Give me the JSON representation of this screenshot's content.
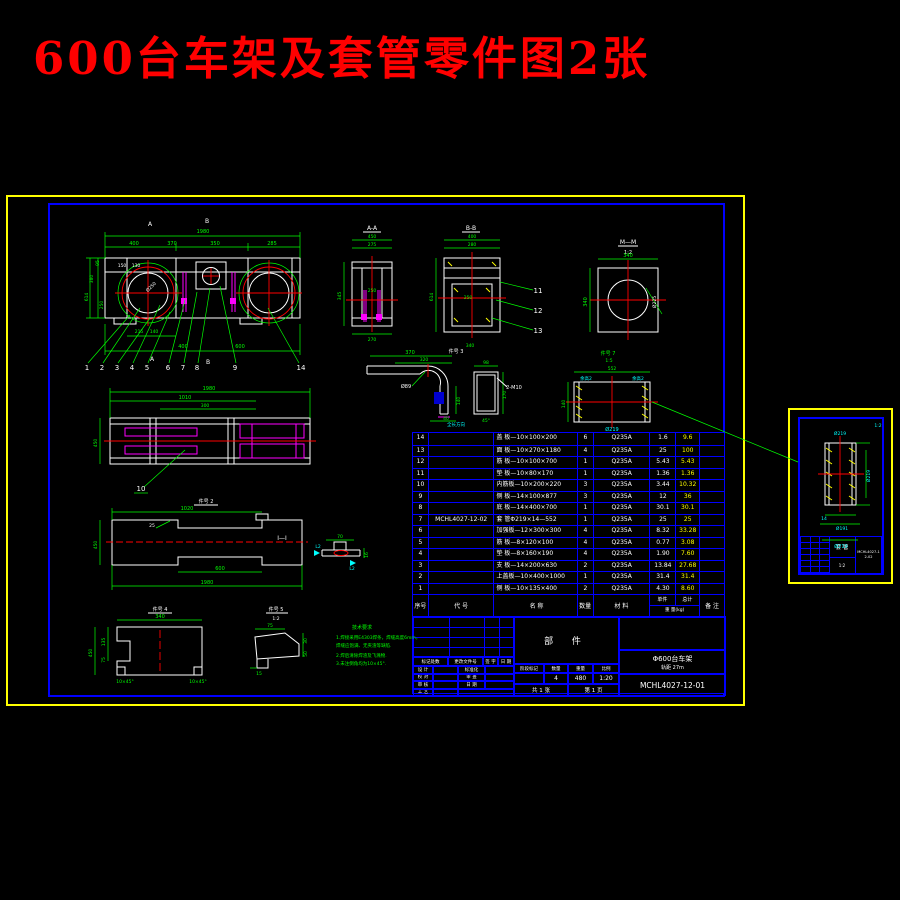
{
  "caption": "600台车架及套管零件图2张",
  "front": {
    "secA": "A",
    "secB": "B",
    "dimTotal": "1980",
    "d1": "400",
    "d2": "370",
    "d3": "350",
    "d4": "285",
    "dl1": "95",
    "dl2": "380",
    "dl3": "614",
    "dl4": "250",
    "di1": "150",
    "di2": "130",
    "di3": "Ø250",
    "db1": "215",
    "db2": "140",
    "db3": "400",
    "db4": "600",
    "balloons": [
      "1",
      "2",
      "3",
      "4",
      "5",
      "6",
      "7",
      "8",
      "9"
    ],
    "balloon14": "14"
  },
  "secAA": {
    "title": "A-A",
    "dTop": "450",
    "dTop2": "275",
    "dLeft": "345",
    "dBottom": "270",
    "dIn": "250"
  },
  "secBB": {
    "title": "B-B",
    "dTop": "400",
    "dTop2": "280",
    "dLeft": "614",
    "dIn": "250",
    "dBottom": "340",
    "label": "件号 3",
    "b11": "11",
    "b12": "12",
    "b13": "13"
  },
  "plateM": {
    "title": "M—M",
    "scale": "1:2",
    "dTop": "340",
    "dLeft": "340",
    "dRight": "Ø225"
  },
  "elbow": {
    "dTop": "370",
    "dTop2": "320",
    "dPipe": "Ø89",
    "dRight": "140",
    "dBottom": "40",
    "note": "全长方向",
    "tube": {
      "dTop": "98",
      "label": "2-M10",
      "dRight": "170",
      "dBottom": "45°"
    }
  },
  "sleeve": {
    "title": "件号 7",
    "scale": "1:5",
    "dTop": "552",
    "exL": "余高2",
    "exR": "余高2",
    "dLeft": "140",
    "dBottom": "Ø219"
  },
  "plan": {
    "dTotal": "1980",
    "d1": "1010",
    "d2": "300",
    "dLeft": "450",
    "balloon": "10"
  },
  "plate2": {
    "title": "件号 2",
    "dTop": "1020",
    "dBottom": "600",
    "dTotal": "1980",
    "dLeft": "450",
    "dChamfer": "25",
    "label": "I—I",
    "side": {
      "d1": "70",
      "d2": "16",
      "w1": "L2",
      "w2": "L2"
    }
  },
  "plate3": {
    "title": "件号 4",
    "dTop": "340",
    "dL1": "135",
    "dL2": "75",
    "dL3": "450",
    "ch1": "10×45°",
    "ch2": "10×45°"
  },
  "wedge": {
    "title": "件号 5",
    "scale": "1:2",
    "dTop": "75",
    "dR1": "30",
    "dR2": "50",
    "dB": "15"
  },
  "notes": {
    "title": "技术要求",
    "l1": "1.焊接采用E4303焊条，焊缝高度6mm，",
    "l2": "  焊缝应饱满、无夹渣等缺陷.",
    "l3": "2.焊后清除焊渣及飞溅物.",
    "l4": "3.未注倒角均为10×45°."
  },
  "bom": {
    "headers": {
      "no": "序号",
      "code": "代 号",
      "name": "名 称",
      "qty": "数量",
      "mat": "材 料",
      "unit": "单件",
      "total": "总计",
      "weight": "重 量(kg)",
      "remark": "备 注"
    },
    "rows": [
      {
        "no": "14",
        "code": "",
        "name": "盖 板—10×100×200",
        "qty": "6",
        "mat": "Q235A",
        "unit": "1.6",
        "total": "9.6",
        "remark": ""
      },
      {
        "no": "13",
        "code": "",
        "name": "面 板—10×270×1180",
        "qty": "4",
        "mat": "Q235A",
        "unit": "25",
        "total": "100",
        "remark": ""
      },
      {
        "no": "12",
        "code": "",
        "name": "筋 板—10×100×700",
        "qty": "1",
        "mat": "Q235A",
        "unit": "5.43",
        "total": "5.43",
        "remark": ""
      },
      {
        "no": "11",
        "code": "",
        "name": "垫 板—10×80×170",
        "qty": "1",
        "mat": "Q235A",
        "unit": "1.36",
        "total": "1.36",
        "remark": ""
      },
      {
        "no": "10",
        "code": "",
        "name": "内筋板—10×200×220",
        "qty": "3",
        "mat": "Q235A",
        "unit": "3.44",
        "total": "10.32",
        "remark": ""
      },
      {
        "no": "9",
        "code": "",
        "name": "侧 板—14×100×877",
        "qty": "3",
        "mat": "Q235A",
        "unit": "12",
        "total": "36",
        "remark": ""
      },
      {
        "no": "8",
        "code": "",
        "name": "底 板—14×400×700",
        "qty": "1",
        "mat": "Q235A",
        "unit": "30.1",
        "total": "30.1",
        "remark": ""
      },
      {
        "no": "7",
        "code": "MCHL4027-12-02",
        "name": "套 管Φ219×14—552",
        "qty": "1",
        "mat": "Q235A",
        "unit": "25",
        "total": "25",
        "remark": ""
      },
      {
        "no": "6",
        "code": "",
        "name": "加强板—12×300×300",
        "qty": "4",
        "mat": "Q235A",
        "unit": "8.32",
        "total": "33.28",
        "remark": ""
      },
      {
        "no": "5",
        "code": "",
        "name": "筋 板—8×120×100",
        "qty": "4",
        "mat": "Q235A",
        "unit": "0.77",
        "total": "3.08",
        "remark": ""
      },
      {
        "no": "4",
        "code": "",
        "name": "垫 板—8×160×190",
        "qty": "4",
        "mat": "Q235A",
        "unit": "1.90",
        "total": "7.60",
        "remark": ""
      },
      {
        "no": "3",
        "code": "",
        "name": "支 板—14×200×630",
        "qty": "2",
        "mat": "Q235A",
        "unit": "13.84",
        "total": "27.68",
        "remark": ""
      },
      {
        "no": "2",
        "code": "",
        "name": "上盖板—10×400×1000",
        "qty": "1",
        "mat": "Q235A",
        "unit": "31.4",
        "total": "31.4",
        "remark": ""
      },
      {
        "no": "1",
        "code": "",
        "name": "侧 板—10×135×400",
        "qty": "2",
        "mat": "Q235A",
        "unit": "4.30",
        "total": "8.60",
        "remark": ""
      }
    ]
  },
  "tb": {
    "rev1": "标记处数",
    "rev2": "更改文件号",
    "rev3": "签 字",
    "rev4": "日 期",
    "r1": "设 计",
    "r2": "校 对",
    "r3": "审 核",
    "r4": "工 艺",
    "s1": "标准化",
    "s2": "审 查",
    "s3": "日 期",
    "part": "部 件",
    "stage": "阶段标记",
    "qty": "数量",
    "weight": "重量",
    "scale": "比例",
    "qtyV": "4",
    "weightV": "480",
    "scaleV": "1:20",
    "sheets": "共 1 张",
    "page": "第 1 页",
    "name1": "Φ600台车架",
    "name2": "轨距 27m",
    "no": "MCHL4027-12-01"
  },
  "detail": {
    "corner": "1:2",
    "dTop": "Ø219",
    "dRight": "Ø219",
    "dB1": "14",
    "dB2": "Ø191",
    "dB3": "Ø219",
    "tb": {
      "name": "套 管",
      "scale": "1:2",
      "no": "MCHL4027-12-02"
    }
  }
}
